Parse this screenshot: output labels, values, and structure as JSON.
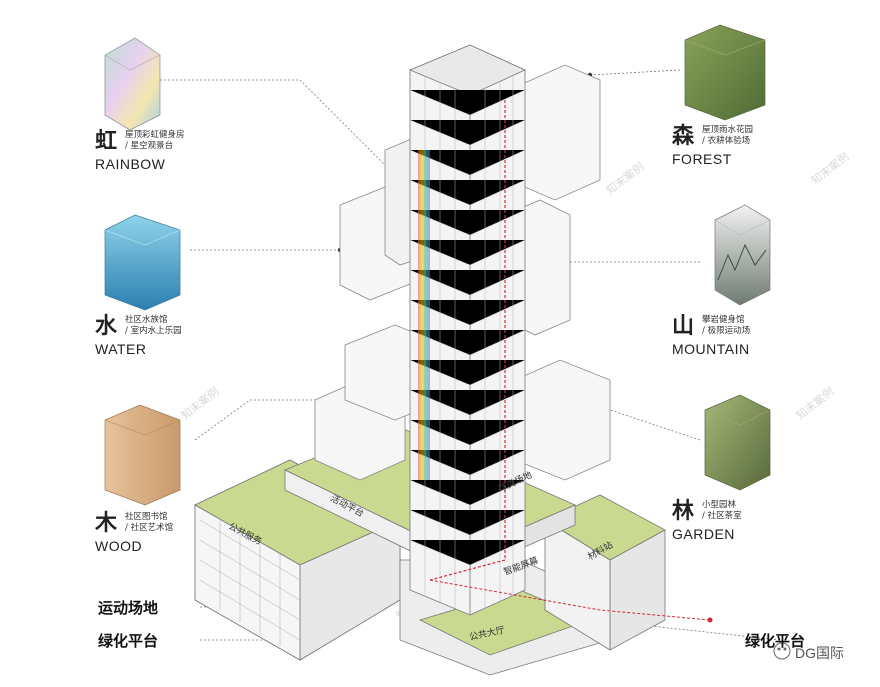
{
  "legend": {
    "rainbow": {
      "char": "虹",
      "desc1": "屋顶彩虹健身房",
      "desc2": "/ 星空观景台",
      "en": "RAINBOW"
    },
    "water": {
      "char": "水",
      "desc1": "社区水族馆",
      "desc2": "/ 室内水上乐园",
      "en": "WATER"
    },
    "wood": {
      "char": "木",
      "desc1": "社区图书馆",
      "desc2": "/ 社区艺术馆",
      "en": "WOOD"
    },
    "forest": {
      "char": "森",
      "desc1": "屋顶雨水花园",
      "desc2": "/ 农耕体验场",
      "en": "FOREST"
    },
    "mountain": {
      "char": "山",
      "desc1": "攀岩健身馆",
      "desc2": "/ 极限运动场",
      "en": "MOUNTAIN"
    },
    "garden": {
      "char": "林",
      "desc1": "小型园林",
      "desc2": "/ 社区茶室",
      "en": "GARDEN"
    }
  },
  "callouts": {
    "sports_field": "运动场地",
    "green_platform_left": "绿化平台",
    "green_platform_right": "绿化平台"
  },
  "building_tags": {
    "activity_platform": "活动平台",
    "ball_court": "球类场地",
    "public_service": "公共服务",
    "public_hall": "公共大厅",
    "material_station": "材料站",
    "smart_screen": "智能屏幕"
  },
  "brand": "DG国际",
  "watermark": "知末案例",
  "colors": {
    "green": "#c9d98f",
    "line": "#888888",
    "red": "#d6283a"
  }
}
